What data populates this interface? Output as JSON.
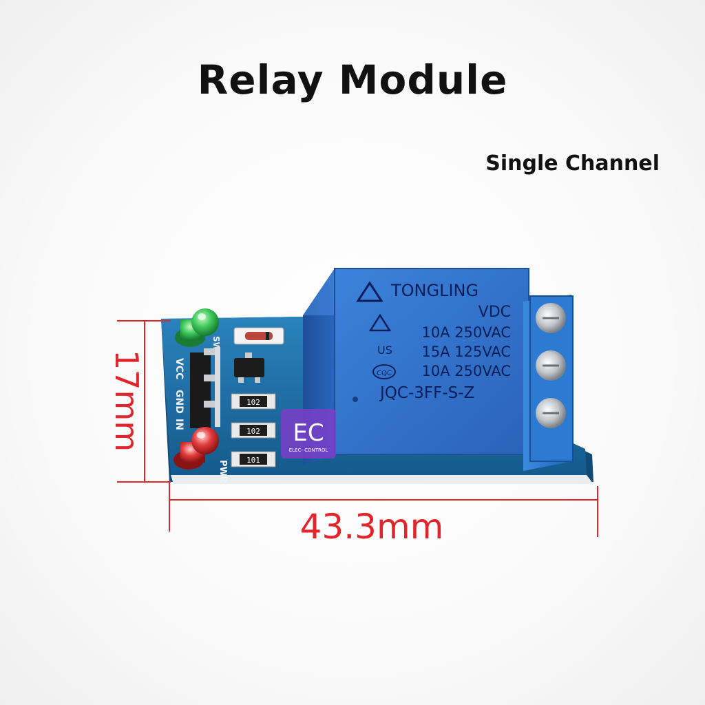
{
  "title": "Relay Module",
  "subtitle": "Single Channel",
  "dimensions": {
    "height_label": "17mm",
    "width_label": "43.3mm"
  },
  "relay": {
    "brand": "TONGLING",
    "lines": [
      "VDC",
      "10A 250VAC",
      "15A 125VAC",
      "10A 250VAC"
    ],
    "model": "JQC-3FF-S-Z",
    "cert_ul": "US",
    "cert_cqc": "CQC"
  },
  "pcb": {
    "pin_labels": [
      "VCC",
      "GND",
      "IN"
    ],
    "pwr_label": "PWR",
    "sw_label": "SW",
    "resistor_labels": [
      "102",
      "102",
      "101"
    ]
  },
  "watermark": {
    "logo_text": "EC",
    "caption": "ELEC- CONTROL"
  },
  "colors": {
    "relay_blue": "#2f6fcc",
    "pcb_blue": "#1f6fa8",
    "terminal_blue": "#2a7ad0",
    "dimension_red": "#e0262c",
    "led_green": "#22b24a",
    "led_red": "#d92b2b",
    "watermark_purple": "#7a3ec8"
  }
}
